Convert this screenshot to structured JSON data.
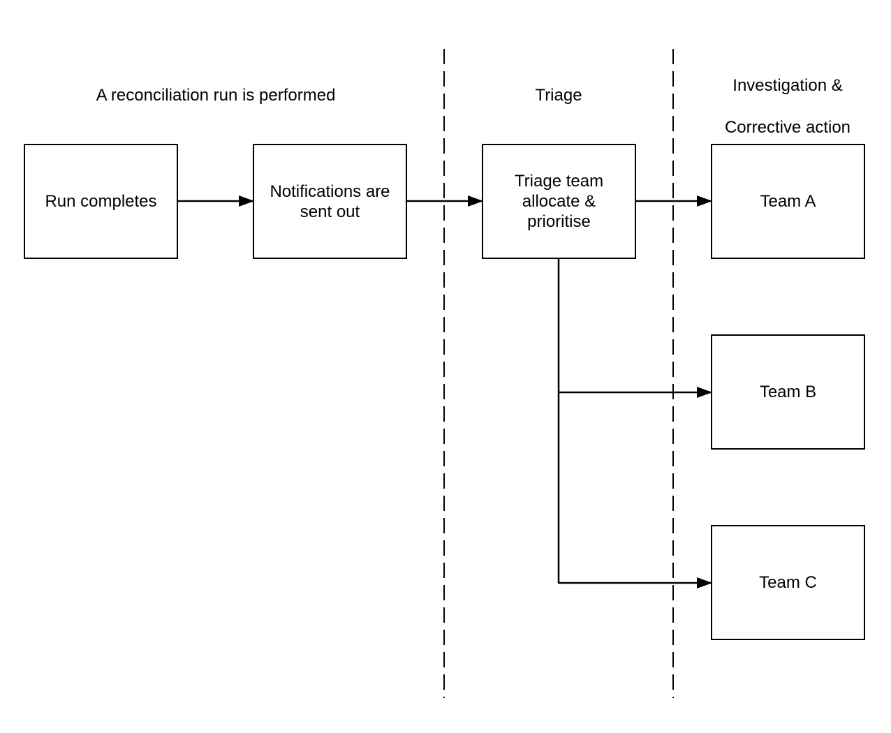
{
  "lanes": {
    "reconciliation": "A reconciliation run is performed",
    "triage": "Triage",
    "investigation_line1": "Investigation &",
    "investigation_line2": "Corrective action"
  },
  "boxes": {
    "run_completes": "Run completes",
    "notifications_line1": "Notifications are",
    "notifications_line2": "sent out",
    "triage_line1": "Triage team",
    "triage_line2": "allocate &",
    "triage_line3": "prioritise",
    "team_a": "Team A",
    "team_b": "Team B",
    "team_c": "Team C"
  },
  "colors": {
    "stroke": "#000000",
    "background": "#ffffff"
  }
}
